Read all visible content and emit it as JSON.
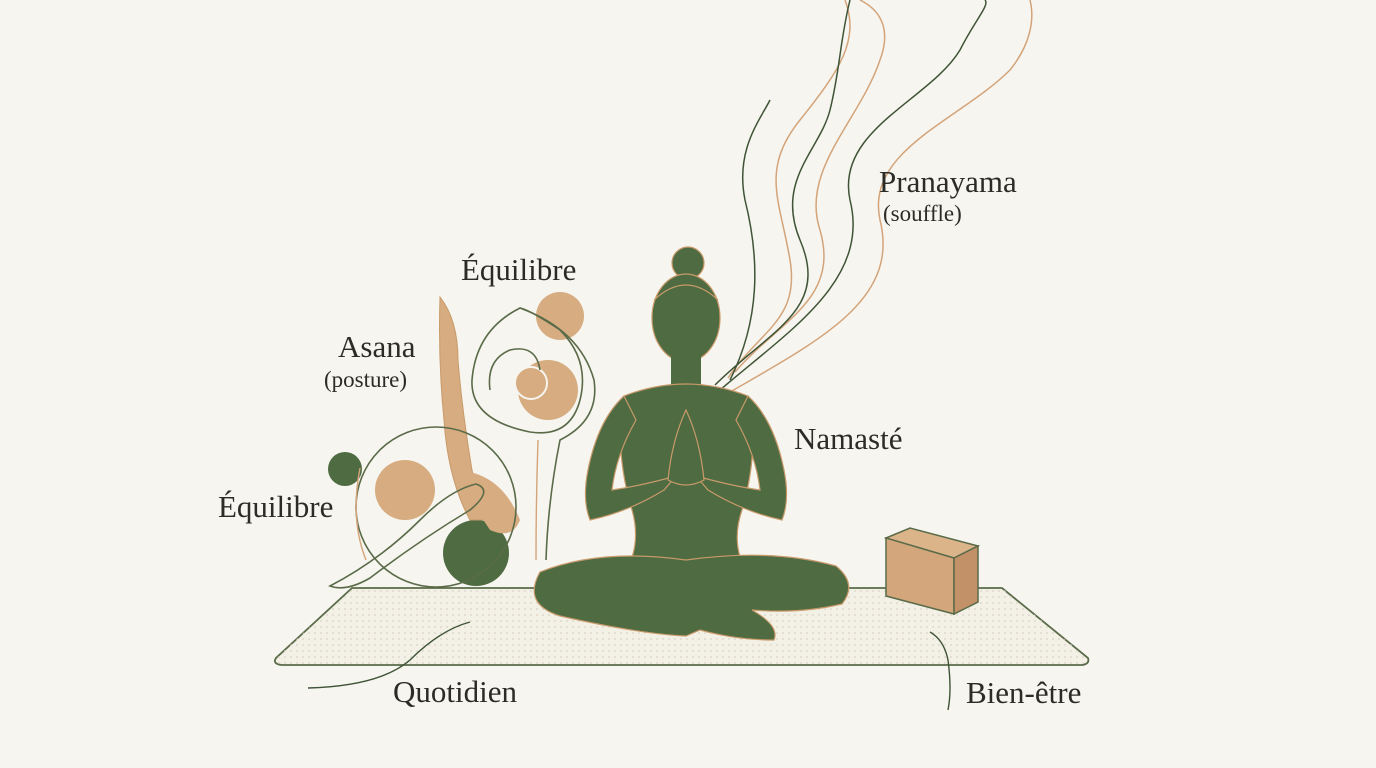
{
  "labels": {
    "equilibre_top": "Équilibre",
    "asana_title": "Asana",
    "asana_sub": "(posture)",
    "equilibre_left": "Équilibre",
    "pranayama_title": "Pranayama",
    "pranayama_sub": "(souffle)",
    "namaste": "Namasté",
    "quotidien": "Quotidien",
    "bien_etre": "Bien-être"
  },
  "colors": {
    "background": "#f7f5ef",
    "green": "#4e6b41",
    "tan": "#d6ac80",
    "dark_line": "#3f5436",
    "text": "#2b2b28"
  },
  "icons": {
    "figure": "meditating-woman-icon",
    "block": "yoga-block-icon",
    "mat": "yoga-mat-icon",
    "breath": "breath-swirl-icon",
    "pose": "abstract-pose-icon"
  }
}
